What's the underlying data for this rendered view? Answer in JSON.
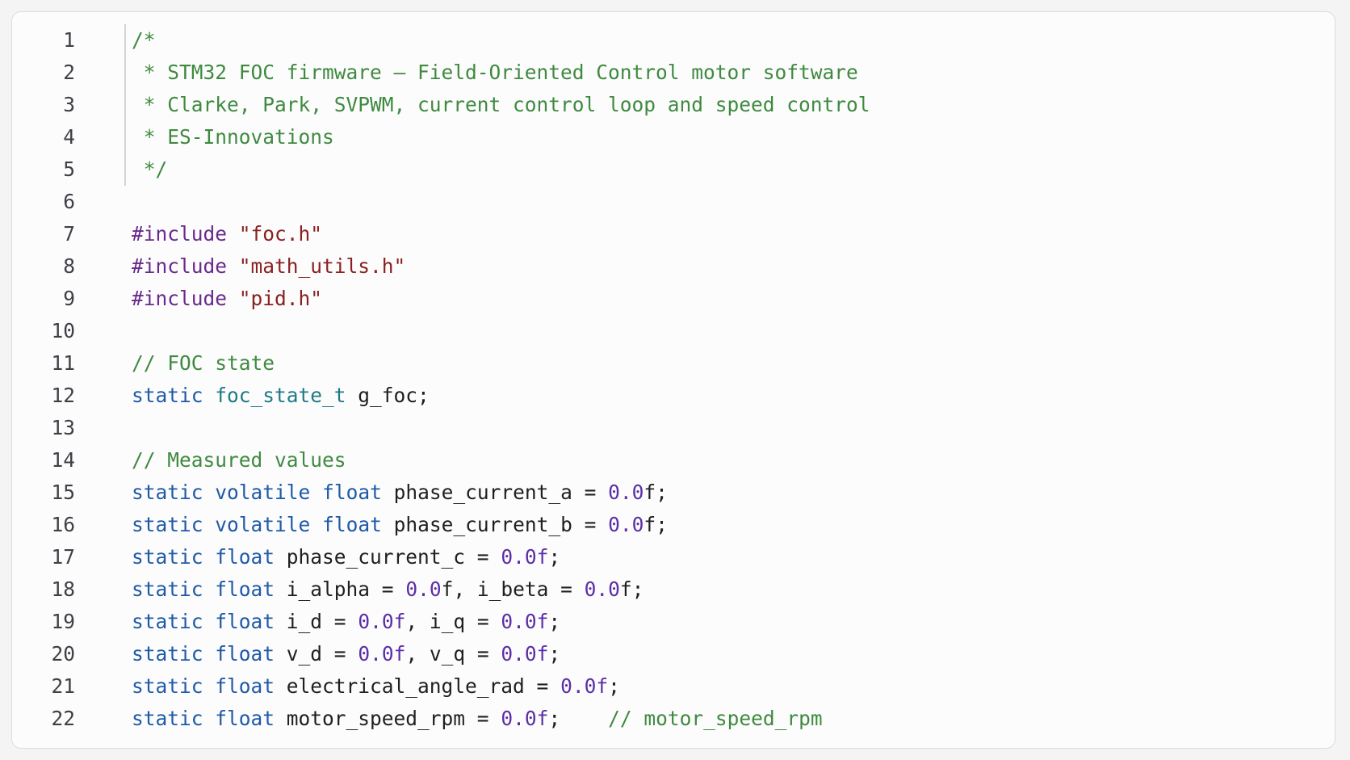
{
  "lines": [
    {
      "n": "1",
      "tokens": [
        {
          "c": "comment",
          "t": "/*"
        }
      ]
    },
    {
      "n": "2",
      "tokens": [
        {
          "c": "comment",
          "t": " * STM32 FOC firmware – Field-Oriented Control motor software"
        }
      ]
    },
    {
      "n": "3",
      "tokens": [
        {
          "c": "comment",
          "t": " * Clarke, Park, SVPWM, current control loop and speed control"
        }
      ]
    },
    {
      "n": "4",
      "tokens": [
        {
          "c": "comment",
          "t": " * ES-Innovations"
        }
      ]
    },
    {
      "n": "5",
      "tokens": [
        {
          "c": "comment",
          "t": " */"
        }
      ]
    },
    {
      "n": "6",
      "tokens": []
    },
    {
      "n": "7",
      "tokens": [
        {
          "c": "pp",
          "t": "#include"
        },
        {
          "c": "plain",
          "t": " "
        },
        {
          "c": "str",
          "t": "\"foc.h\""
        }
      ]
    },
    {
      "n": "8",
      "tokens": [
        {
          "c": "pp",
          "t": "#include"
        },
        {
          "c": "plain",
          "t": " "
        },
        {
          "c": "str",
          "t": "\"math_utils.h\""
        }
      ]
    },
    {
      "n": "9",
      "tokens": [
        {
          "c": "pp",
          "t": "#include"
        },
        {
          "c": "plain",
          "t": " "
        },
        {
          "c": "str",
          "t": "\"pid.h\""
        }
      ]
    },
    {
      "n": "10",
      "tokens": []
    },
    {
      "n": "11",
      "tokens": [
        {
          "c": "comment",
          "t": "// FOC state"
        }
      ]
    },
    {
      "n": "12",
      "tokens": [
        {
          "c": "kw",
          "t": "static"
        },
        {
          "c": "plain",
          "t": " "
        },
        {
          "c": "type",
          "t": "foc_state_t"
        },
        {
          "c": "plain",
          "t": " g_foc;"
        }
      ]
    },
    {
      "n": "13",
      "tokens": []
    },
    {
      "n": "14",
      "tokens": [
        {
          "c": "comment",
          "t": "// Measured values"
        }
      ]
    },
    {
      "n": "15",
      "tokens": [
        {
          "c": "kw",
          "t": "static"
        },
        {
          "c": "plain",
          "t": " "
        },
        {
          "c": "kw",
          "t": "volatile"
        },
        {
          "c": "plain",
          "t": " "
        },
        {
          "c": "kw",
          "t": "float"
        },
        {
          "c": "plain",
          "t": " phase_current_a = "
        },
        {
          "c": "num",
          "t": "0.0"
        },
        {
          "c": "plain",
          "t": "f;"
        }
      ]
    },
    {
      "n": "16",
      "tokens": [
        {
          "c": "kw",
          "t": "static"
        },
        {
          "c": "plain",
          "t": " "
        },
        {
          "c": "kw",
          "t": "volatile"
        },
        {
          "c": "plain",
          "t": " "
        },
        {
          "c": "kw",
          "t": "float"
        },
        {
          "c": "plain",
          "t": " phase_current_b = "
        },
        {
          "c": "num",
          "t": "0.0"
        },
        {
          "c": "plain",
          "t": "f;"
        }
      ]
    },
    {
      "n": "17",
      "tokens": [
        {
          "c": "kw",
          "t": "static"
        },
        {
          "c": "plain",
          "t": " "
        },
        {
          "c": "kw",
          "t": "float"
        },
        {
          "c": "plain",
          "t": " phase_current_c = "
        },
        {
          "c": "num",
          "t": "0.0f"
        },
        {
          "c": "plain",
          "t": ";"
        }
      ]
    },
    {
      "n": "18",
      "tokens": [
        {
          "c": "kw",
          "t": "static"
        },
        {
          "c": "plain",
          "t": " "
        },
        {
          "c": "kw",
          "t": "float"
        },
        {
          "c": "plain",
          "t": " i_alpha = "
        },
        {
          "c": "num",
          "t": "0.0"
        },
        {
          "c": "plain",
          "t": "f, i_beta = "
        },
        {
          "c": "num",
          "t": "0.0"
        },
        {
          "c": "plain",
          "t": "f;"
        }
      ]
    },
    {
      "n": "19",
      "tokens": [
        {
          "c": "kw",
          "t": "static"
        },
        {
          "c": "plain",
          "t": " "
        },
        {
          "c": "kw",
          "t": "float"
        },
        {
          "c": "plain",
          "t": " i_d = "
        },
        {
          "c": "num",
          "t": "0.0f"
        },
        {
          "c": "plain",
          "t": ", i_q = "
        },
        {
          "c": "num",
          "t": "0.0f"
        },
        {
          "c": "plain",
          "t": ";"
        }
      ]
    },
    {
      "n": "20",
      "tokens": [
        {
          "c": "kw",
          "t": "static"
        },
        {
          "c": "plain",
          "t": " "
        },
        {
          "c": "kw",
          "t": "float"
        },
        {
          "c": "plain",
          "t": " v_d = "
        },
        {
          "c": "num",
          "t": "0.0f"
        },
        {
          "c": "plain",
          "t": ", v_q = "
        },
        {
          "c": "num",
          "t": "0.0f"
        },
        {
          "c": "plain",
          "t": ";"
        }
      ]
    },
    {
      "n": "21",
      "tokens": [
        {
          "c": "kw",
          "t": "static"
        },
        {
          "c": "plain",
          "t": " "
        },
        {
          "c": "kw",
          "t": "float"
        },
        {
          "c": "plain",
          "t": " electrical_angle_rad = "
        },
        {
          "c": "num",
          "t": "0.0f"
        },
        {
          "c": "plain",
          "t": ";"
        }
      ]
    },
    {
      "n": "22",
      "tokens": [
        {
          "c": "kw",
          "t": "static"
        },
        {
          "c": "plain",
          "t": " "
        },
        {
          "c": "kw",
          "t": "float"
        },
        {
          "c": "plain",
          "t": " motor_speed_rpm = "
        },
        {
          "c": "num",
          "t": "0.0f"
        },
        {
          "c": "plain",
          "t": ";    "
        },
        {
          "c": "comment",
          "t": "// motor_speed_rpm"
        }
      ]
    }
  ],
  "colors": {
    "comment": "#3f8a3f",
    "preprocessor": "#6a2a8a",
    "string": "#8a1f1f",
    "keyword": "#1f5aa6",
    "type": "#1f7a86",
    "number": "#5b2ea6",
    "plain": "#1f1f1f"
  }
}
